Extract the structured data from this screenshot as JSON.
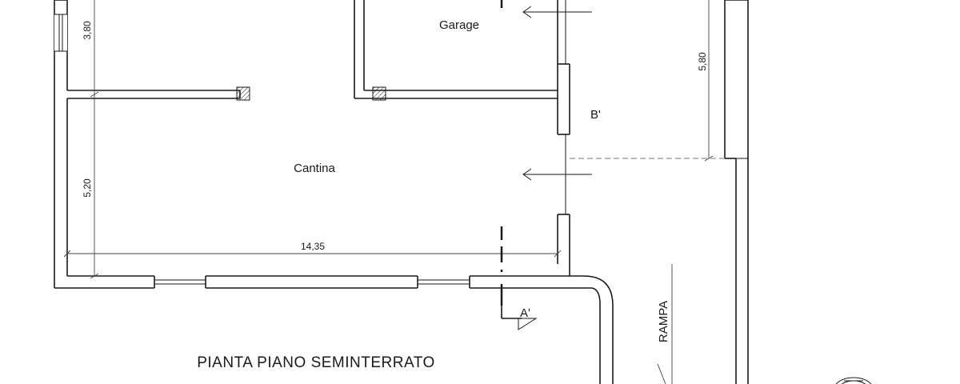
{
  "plan": {
    "title": "PIANTA PIANO SEMINTERRATO",
    "rooms": {
      "garage": "Garage",
      "cantina": "Cantina"
    },
    "dimensions": {
      "upper_height": "3,80",
      "cantina_height": "5,20",
      "cantina_width": "14,35",
      "garage_depth": "5,80"
    },
    "section_labels": {
      "a_prime": "A'",
      "b_prime": "B'"
    },
    "ramp_label": "RAMPA",
    "icons": [
      "entry-arrow-icon",
      "section-marker-icon",
      "compass-icon"
    ]
  }
}
